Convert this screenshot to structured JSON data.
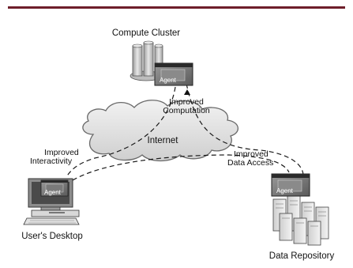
{
  "header": {
    "accent_color": "#6e1e2a"
  },
  "labels": {
    "compute_cluster": "Compute Cluster",
    "internet": "Internet",
    "users_desktop": "User's Desktop",
    "data_repository": "Data Repository",
    "improved_computation_line1": "Improved",
    "improved_computation_line2": "Computation",
    "improved_interactivity_line1": "Improved",
    "improved_interactivity_line2": "Interactivity",
    "improved_data_access_line1": "Improved",
    "improved_data_access_line2": "Data Access",
    "agent_cluster": "Agent",
    "agent_desktop": "Agent",
    "agent_repository": "Agent"
  },
  "icons": {
    "cluster": "server-cluster-icon",
    "desktop": "desktop-computer-icon",
    "repository": "storage-servers-icon",
    "cloud": "cloud-icon",
    "agent": "agent-window-icon"
  }
}
